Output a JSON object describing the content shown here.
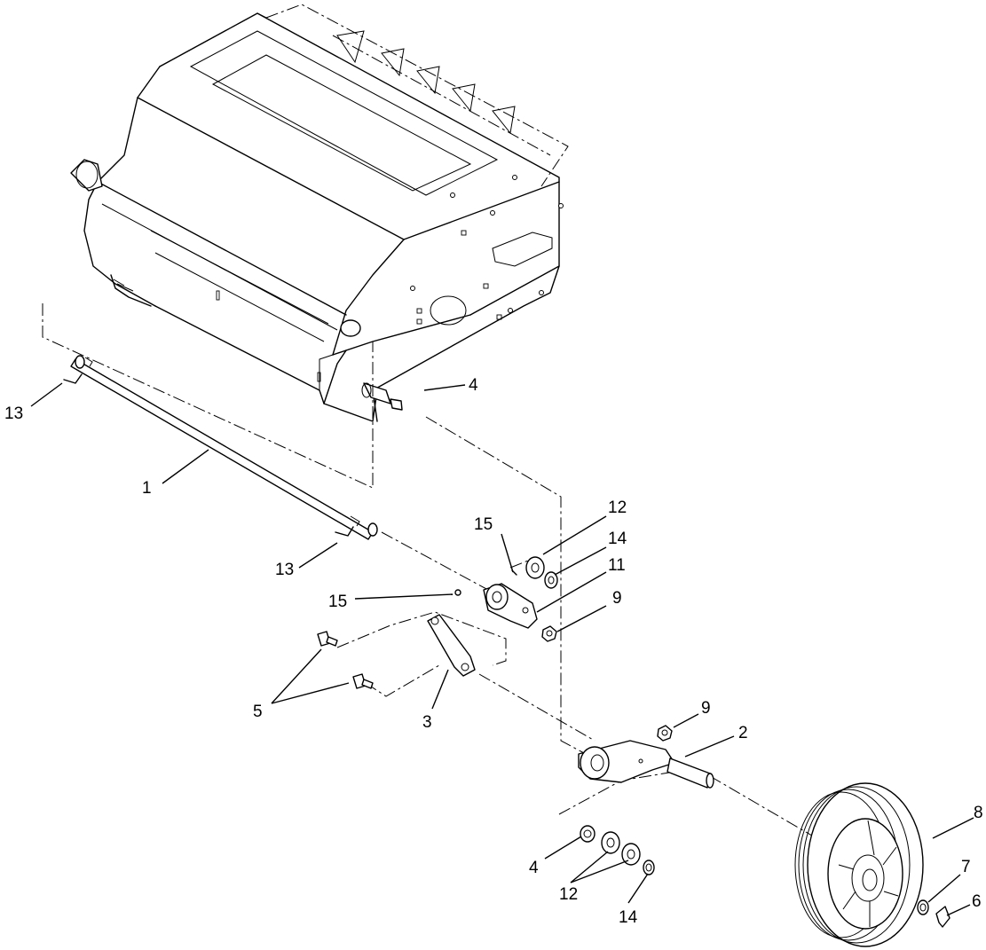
{
  "diagram": {
    "callouts": {
      "c1": "1",
      "c2": "2",
      "c3": "3",
      "c4_top": "4",
      "c4_bottom": "4",
      "c5": "5",
      "c6": "6",
      "c7": "7",
      "c8": "8",
      "c9_top": "9",
      "c9_mid": "9",
      "c11": "11",
      "c12_top": "12",
      "c12_bottom": "12",
      "c13_top": "13",
      "c13_bottom": "13",
      "c14_top": "14",
      "c14_bottom": "14",
      "c15_top": "15",
      "c15_mid": "15"
    }
  }
}
